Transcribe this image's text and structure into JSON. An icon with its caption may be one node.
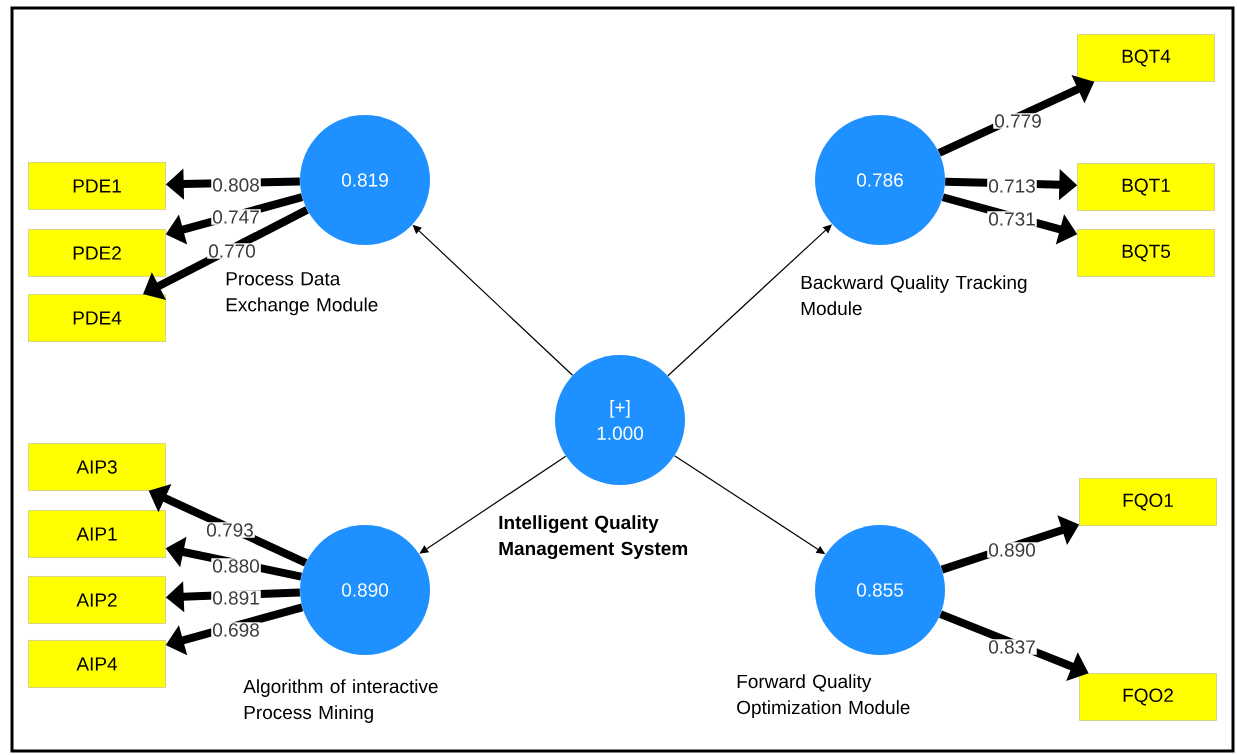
{
  "diagram": {
    "nodes": [
      {
        "text": [
          "0.819"
        ],
        "beside": [
          "Process Data Exchange Module"
        ]
      },
      {
        "text": [
          "PDE1"
        ]
      },
      {
        "text": [
          "PDE2"
        ]
      },
      {
        "text": [
          "PDE4"
        ]
      },
      {
        "text": [
          "0.786"
        ],
        "beside": [
          "Backward Quality Tracking Module"
        ]
      },
      {
        "text": [
          "BQT4"
        ]
      },
      {
        "text": [
          "BQT1"
        ]
      },
      {
        "text": [
          "BQT5"
        ]
      },
      {
        "text": [
          "[+]",
          "1.000"
        ],
        "beside": [
          "Intelligent Quality Management System"
        ]
      },
      {
        "text": [
          "0.890"
        ],
        "beside": [
          "Algorithm of interactive Process Mining"
        ]
      },
      {
        "text": [
          "AIP3"
        ]
      },
      {
        "text": [
          "AIP1"
        ]
      },
      {
        "text": [
          "AIP2"
        ]
      },
      {
        "text": [
          "AIP4"
        ]
      },
      {
        "text": [
          "0.855"
        ],
        "beside": [
          "Forward Quality Optimization Module"
        ]
      },
      {
        "text": [
          "FQO1"
        ]
      },
      {
        "text": [
          "FQO2"
        ]
      }
    ],
    "edges": [
      {
        "from": 8,
        "to": 0,
        "arrow": "to"
      },
      {
        "from": 8,
        "to": 4,
        "arrow": "to"
      },
      {
        "from": 8,
        "to": 9,
        "arrow": "to"
      },
      {
        "from": 8,
        "to": 14,
        "arrow": "to"
      },
      {
        "from": 0,
        "to": 1,
        "arrow": "to",
        "label": "0.808"
      },
      {
        "from": 0,
        "to": 2,
        "arrow": "to",
        "label": "0.747"
      },
      {
        "from": 0,
        "to": 3,
        "arrow": "to",
        "label": "0.770"
      },
      {
        "from": 4,
        "to": 5,
        "arrow": "to",
        "label": "0.779"
      },
      {
        "from": 4,
        "to": 6,
        "arrow": "to",
        "label": "0.713"
      },
      {
        "from": 4,
        "to": 7,
        "arrow": "to",
        "label": "0.731"
      },
      {
        "from": 9,
        "to": 10,
        "arrow": "to",
        "label": "0.793"
      },
      {
        "from": 9,
        "to": 11,
        "arrow": "to",
        "label": "0.880"
      },
      {
        "from": 9,
        "to": 12,
        "arrow": "to",
        "label": "0.891"
      },
      {
        "from": 9,
        "to": 13,
        "arrow": "to",
        "label": "0.698"
      },
      {
        "from": 14,
        "to": 15,
        "arrow": "to",
        "label": "0.890"
      },
      {
        "from": 14,
        "to": 16,
        "arrow": "to",
        "label": "0.837"
      }
    ]
  }
}
